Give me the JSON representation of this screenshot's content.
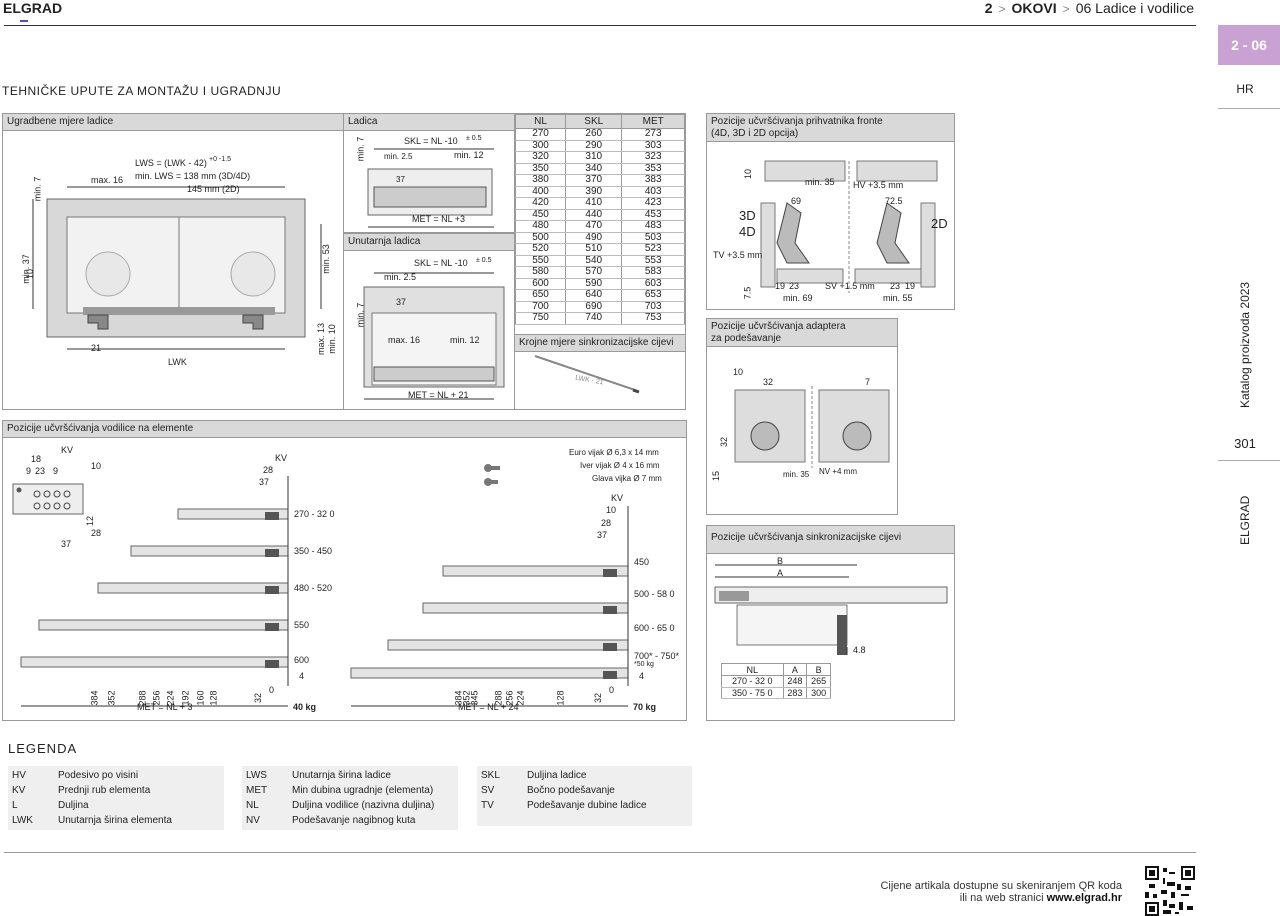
{
  "header": {
    "brand": "ELGRAD",
    "crumb_num": "2",
    "crumb_section": "OKOVI",
    "crumb_sub_num": "06",
    "crumb_sub": "Ladice i vodilice"
  },
  "sidebar": {
    "tab": "2 - 06",
    "lang": "HR",
    "catalog": "Katalog proizvoda 2023",
    "page": "301",
    "brand": "ELGRAD"
  },
  "section_title": "TEHNIČKE UPUTE ZA MONTAŽU I UGRADNJU",
  "panels": {
    "ugradbene": "Ugradbene mjere ladice",
    "ladica": "Ladica",
    "unutarnja": "Unutarnja ladica",
    "krojne": "Krojne mjere sinkronizacijske cijevi",
    "pozicije_vodilice": "Pozicije učvršćivanja vodilice na elemente",
    "prihvatnik_1": "Pozicije učvršćivanja prihvatnika fronte",
    "prihvatnik_2": "(4D, 3D i 2D opcija)",
    "adapter_1": "Pozicije učvršćivanja adaptera",
    "adapter_2": "za podešavanje",
    "sinkron": "Pozicije učvršćivanja sinkronizacijske cijevi"
  },
  "ugradbene_dims": {
    "lws1": "LWS = (LWK - 42)",
    "lws_tol": "+0 -1.5",
    "lws2": "min. LWS = 138 mm (3D/4D)",
    "lws3": "145 mm (2D)",
    "max16": "max. 16",
    "min7": "min. 7",
    "min37": "min. 37",
    "d10": "10",
    "min53": "min. 53",
    "max13": "max. 13",
    "min10": "min. 10",
    "d21": "21",
    "lwk": "LWK"
  },
  "ladica_dims": {
    "skl": "SKL = NL -10",
    "skl_tol": "± 0.5",
    "min25": "min. 2.5",
    "min12": "min. 12",
    "d37": "37",
    "met": "MET = NL +3",
    "min7": "min. 7"
  },
  "unutarnja_dims": {
    "skl": "SKL = NL -10",
    "skl_tol": "± 0.5",
    "min25": "min. 2.5",
    "d37": "37",
    "max16": "max. 16",
    "min12": "min. 12",
    "met": "MET = NL + 21",
    "min7": "min. 7"
  },
  "krojne_label": "LWK - 21",
  "nl_table": {
    "headers": [
      "NL",
      "SKL",
      "MET"
    ],
    "rows": [
      [
        "270",
        "260",
        "273"
      ],
      [
        "300",
        "290",
        "303"
      ],
      [
        "320",
        "310",
        "323"
      ],
      [
        "350",
        "340",
        "353"
      ],
      [
        "380",
        "370",
        "383"
      ],
      [
        "400",
        "390",
        "403"
      ],
      [
        "420",
        "410",
        "423"
      ],
      [
        "450",
        "440",
        "453"
      ],
      [
        "480",
        "470",
        "483"
      ],
      [
        "500",
        "490",
        "503"
      ],
      [
        "520",
        "510",
        "523"
      ],
      [
        "550",
        "540",
        "553"
      ],
      [
        "580",
        "570",
        "583"
      ],
      [
        "600",
        "590",
        "603"
      ],
      [
        "650",
        "640",
        "653"
      ],
      [
        "700",
        "690",
        "703"
      ],
      [
        "750",
        "740",
        "753"
      ]
    ]
  },
  "vodilice": {
    "kv": "KV",
    "d18": "18",
    "d9": "9",
    "d23": "23",
    "d9b": "9",
    "d10": "10",
    "d12": "12",
    "d28": "28",
    "d37": "37",
    "left_sizes": [
      "270 - 32  0",
      "350 - 450",
      "480 - 520",
      "550",
      "600"
    ],
    "left_bottom": [
      "384",
      "352",
      "288",
      "256",
      "224",
      "192",
      "160",
      "128",
      "32",
      "0"
    ],
    "left_four": "4",
    "left_met": "MET = NL +     3",
    "left_kg": "40 kg",
    "screws": [
      "Euro vijak Ø 6,3 x 14 mm",
      "Iver vijak Ø 4 x 16 mm",
      "Glava vijka Ø 7 mm"
    ],
    "right_sizes": [
      "450",
      "500 - 58  0",
      "600 - 65  0",
      "700* - 750*"
    ],
    "right_note": "*50 kg",
    "right_bottom": [
      "384",
      "352",
      "345",
      "288",
      "256",
      "224",
      "128",
      "32",
      "0"
    ],
    "right_four": "4",
    "right_met": "MET = NL +     24",
    "right_kg": "70 kg"
  },
  "prihvatnik_dims": {
    "d10": "10",
    "min35": "min. 35",
    "d69": "69",
    "hv": "HV +3.5 mm",
    "d725": "72.5",
    "l3d": "3D",
    "l4d": "4D",
    "l2d": "2D",
    "tv": "TV +3.5 mm",
    "d75": "7.5",
    "d19": "19",
    "d23": "23",
    "sv": "SV +1.5 mm",
    "d23b": "23",
    "d19b": "19",
    "min69": "min. 69",
    "min55": "min. 55"
  },
  "adapter_dims": {
    "d10": "10",
    "d32": "32",
    "d7": "7",
    "d32v": "32",
    "d15": "15",
    "min35": "min. 35",
    "nv": "NV +4 mm"
  },
  "sinkron": {
    "b": "B",
    "a": "A",
    "d48": "4.8",
    "headers": [
      "NL",
      "A",
      "B"
    ],
    "rows": [
      [
        "270 - 32  0",
        "248",
        "265"
      ],
      [
        "350 - 75  0",
        "283",
        "300"
      ]
    ]
  },
  "legend": {
    "title": "LEGENDA",
    "col1": [
      [
        "HV",
        "Podesivo po visini"
      ],
      [
        "KV",
        "Prednji rub elementa"
      ],
      [
        "L",
        "Duljina"
      ],
      [
        "LWK",
        "Unutarnja širina elementa"
      ]
    ],
    "col2": [
      [
        "LWS",
        "Unutarnja širina ladice"
      ],
      [
        "MET",
        "Min dubina ugradnje (elementa)"
      ],
      [
        "NL",
        "Duljina vodilice (nazivna duljina)"
      ],
      [
        "NV",
        "Podešavanje nagibnog kuta"
      ]
    ],
    "col3": [
      [
        "SKL",
        "Duljina ladice"
      ],
      [
        "SV",
        "Bočno podešavanje"
      ],
      [
        "TV",
        "Podešavanje dubine ladice"
      ]
    ]
  },
  "footer": {
    "line1": "Cijene artikala dostupne su skeniranjem QR koda",
    "line2": "ili na web stranici",
    "web": "www.elgrad.hr"
  }
}
